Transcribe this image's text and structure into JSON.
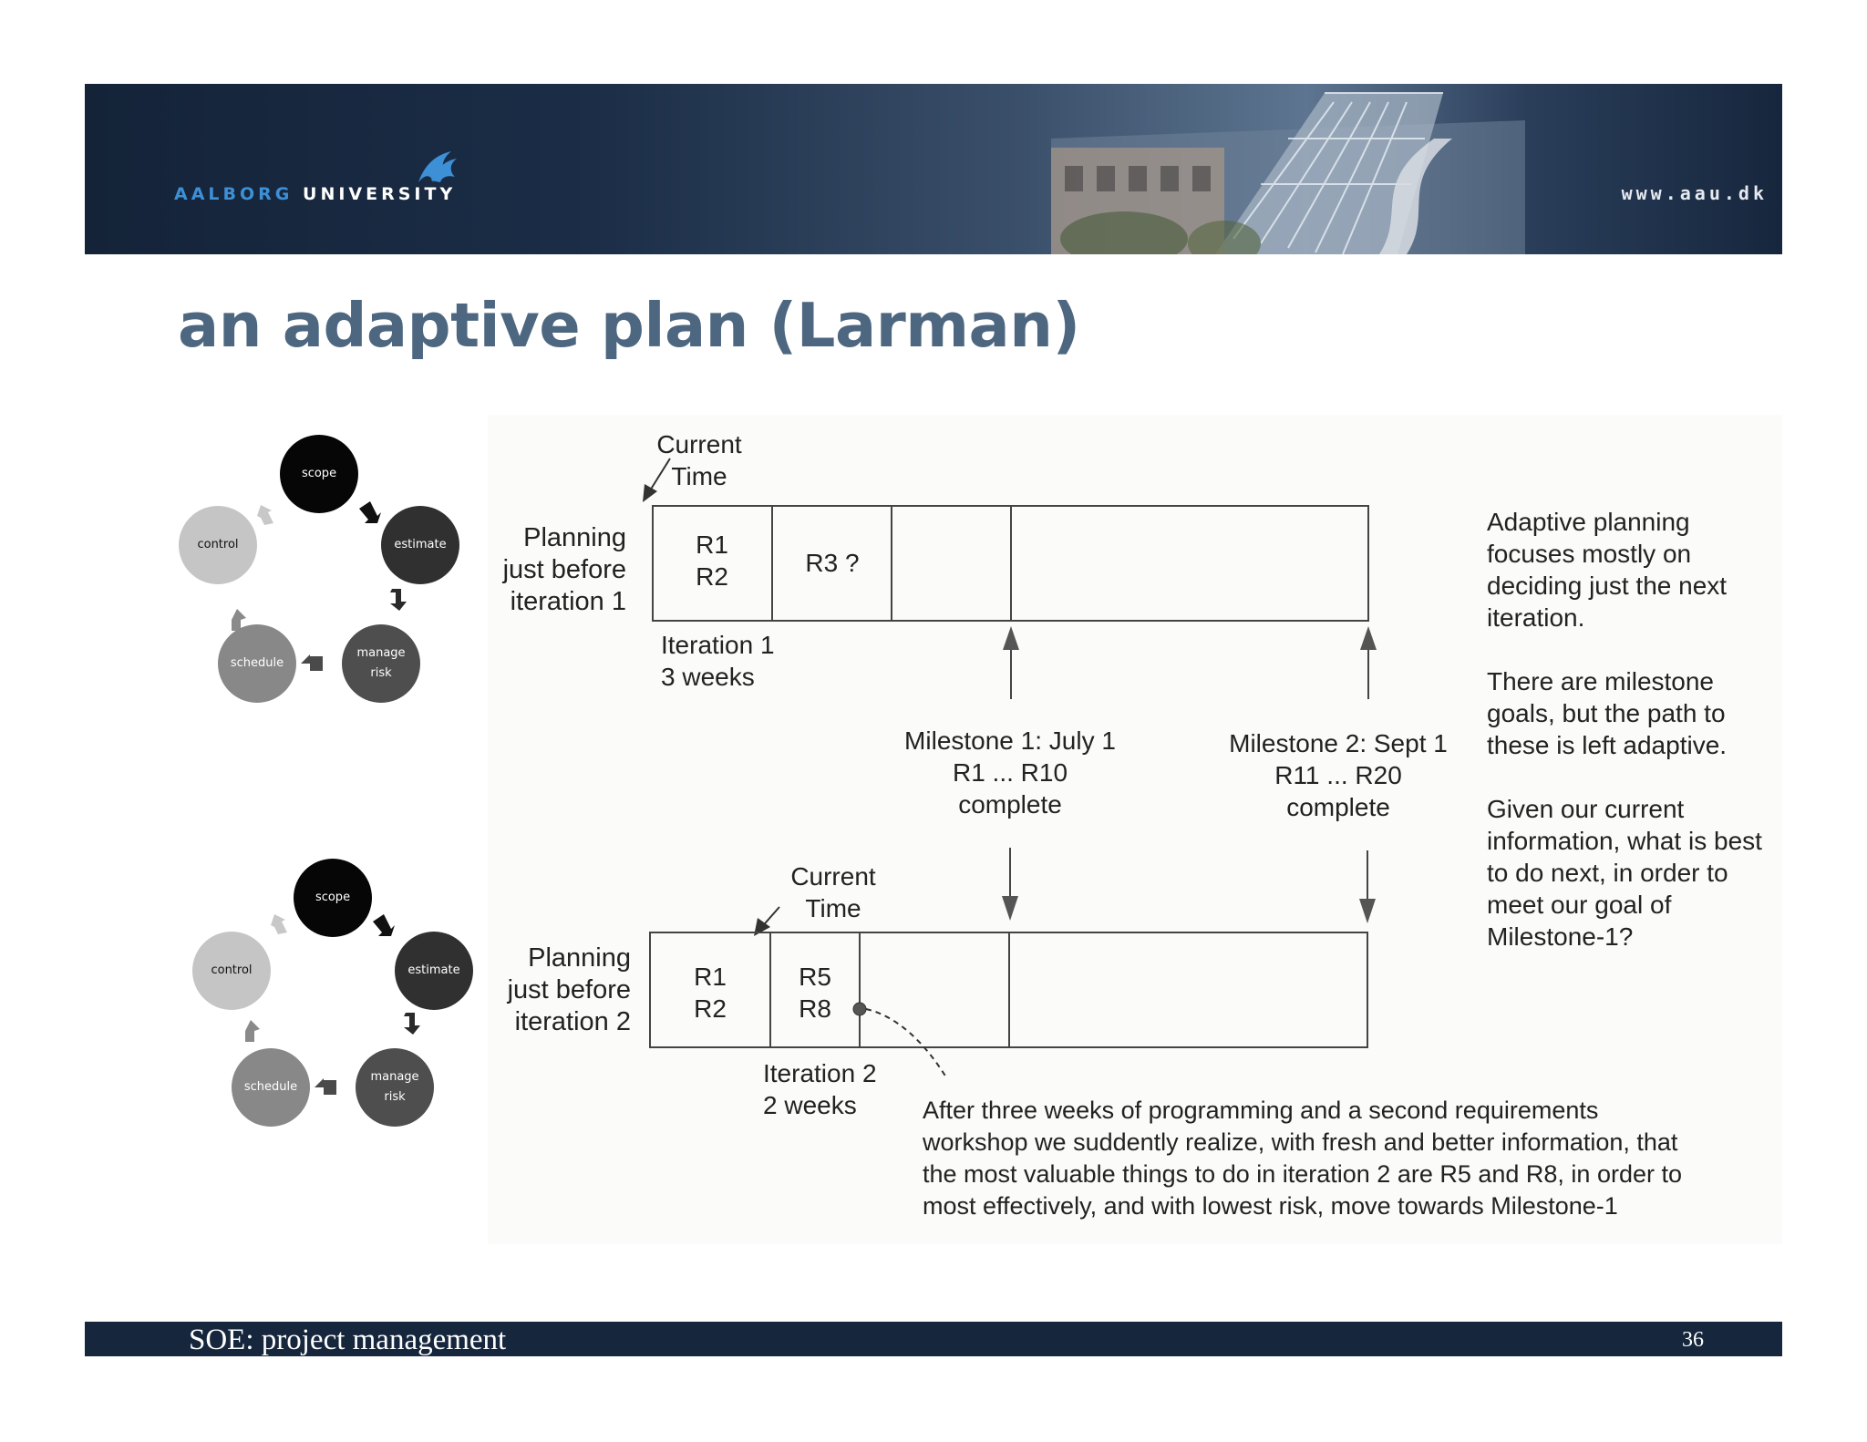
{
  "header": {
    "logo_part1": "AALBORG",
    "logo_part2": "UNIVERSITY",
    "url": "www.aau.dk"
  },
  "title": "an adaptive plan (Larman)",
  "cycle_top": {
    "scope": "scope",
    "estimate": "estimate",
    "manage_risk": [
      "manage",
      "risk"
    ],
    "schedule": "schedule",
    "control": "control"
  },
  "cycle_bottom": {
    "scope": "scope",
    "estimate": "estimate",
    "manage_risk": [
      "manage",
      "risk"
    ],
    "schedule": "schedule",
    "control": "control"
  },
  "diagram": {
    "plan1": {
      "current_time": [
        "Current",
        "Time"
      ],
      "planning_label": [
        "Planning",
        "just before",
        "iteration 1"
      ],
      "cell1": [
        "R1",
        "R2"
      ],
      "cell2": "R3 ?",
      "iteration_label": [
        "Iteration 1",
        "3 weeks"
      ]
    },
    "milestone1": [
      "Milestone 1: July 1",
      "R1 ... R10",
      "complete"
    ],
    "milestone2": [
      "Milestone 2: Sept 1",
      "R11 ... R20",
      "complete"
    ],
    "plan2": {
      "current_time": [
        "Current",
        "Time"
      ],
      "planning_label": [
        "Planning",
        "just before",
        "iteration 2"
      ],
      "cell1": [
        "R1",
        "R2"
      ],
      "cell2": [
        "R5",
        "R8"
      ],
      "iteration_label": [
        "Iteration 2",
        "2 weeks"
      ]
    },
    "side_text_1": [
      "Adaptive planning",
      "focuses mostly on",
      "deciding just the next",
      "iteration."
    ],
    "side_text_2": [
      "There are milestone",
      "goals, but the path to",
      "these is left adaptive."
    ],
    "side_text_3": [
      "Given our current",
      "information, what is best",
      "to do next, in order to",
      "meet our goal of",
      "Milestone-1?"
    ],
    "bottom_note": [
      "After three weeks of programming and a second requirements",
      "workshop we suddently realize, with fresh and better information, that",
      "the most valuable things to do in iteration 2 are R5 and R8, in order to",
      "most effectively, and with lowest risk, move towards Milestone-1"
    ]
  },
  "footer": {
    "label": "SOE: project management",
    "page": "36"
  }
}
